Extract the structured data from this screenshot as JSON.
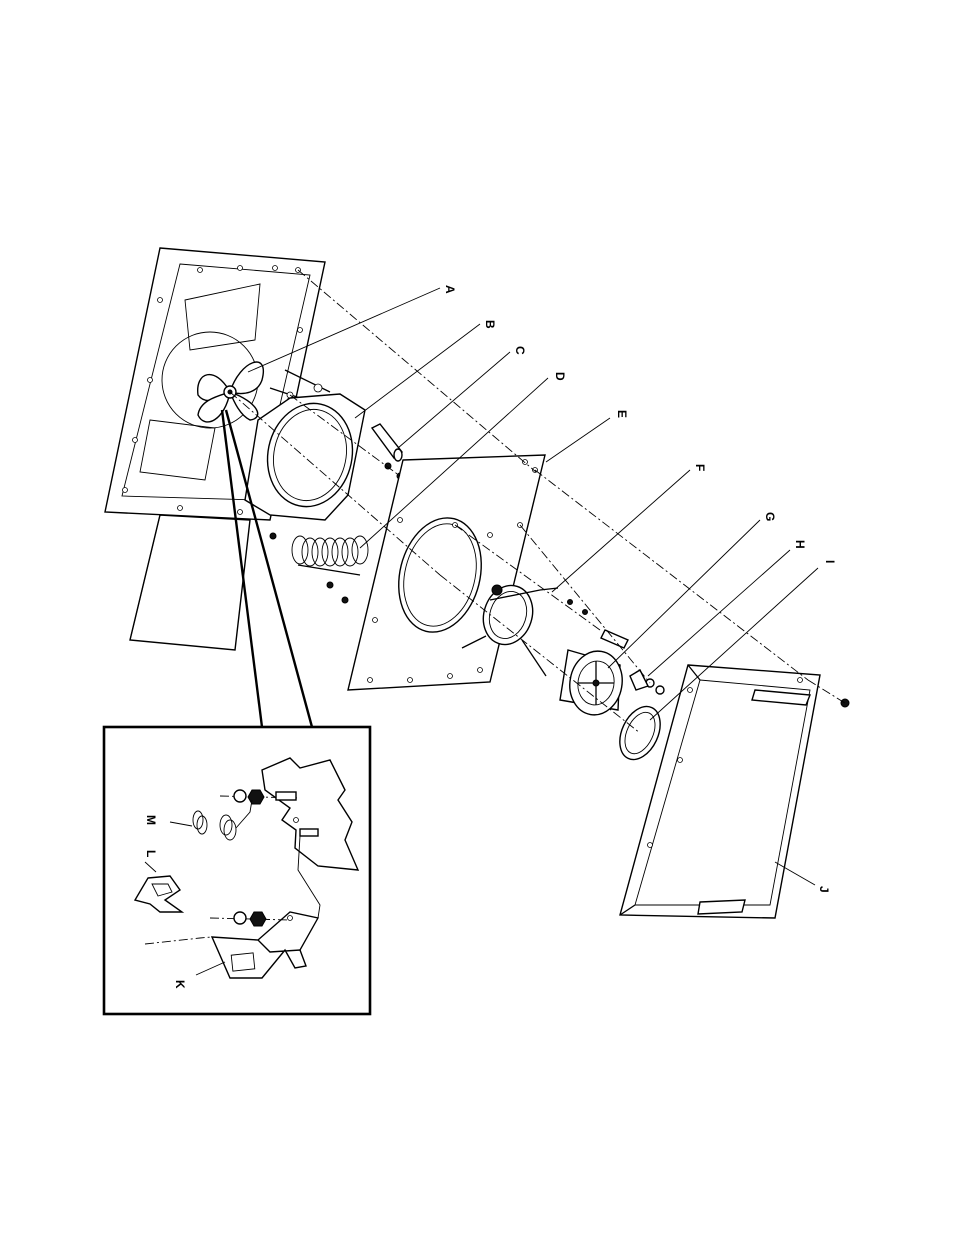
{
  "callouts": {
    "A": "A",
    "B": "B",
    "C": "C",
    "D": "D",
    "E": "E",
    "F": "F",
    "G": "G",
    "H": "H",
    "I": "I",
    "J": "J",
    "K": "K",
    "L": "L",
    "M": "M"
  },
  "colors": {
    "ink": "#000000",
    "paper": "#ffffff"
  }
}
